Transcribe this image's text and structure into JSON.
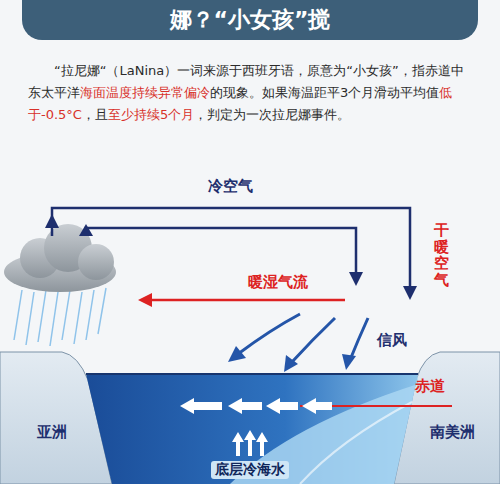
{
  "diagram": {
    "title": "娜？“小女孩”搅",
    "labels": [
      "“拉尼娜“（LaNina）一词来源于西班牙语，原意为“小女孩”，指赤道中东太平洋",
      "海面温度持续异常偏冷",
      "的现象。如果海温距平3个月滑动平均值",
      "低于-0.5°C",
      "，且",
      "至少持续5个月",
      "，判定为一次拉尼娜事件。",
      "冷空气",
      "干暖空气",
      "暖湿气流",
      "信风",
      "赤道",
      "亚洲",
      "南美洲",
      "底层冷海水"
    ]
  }
}
